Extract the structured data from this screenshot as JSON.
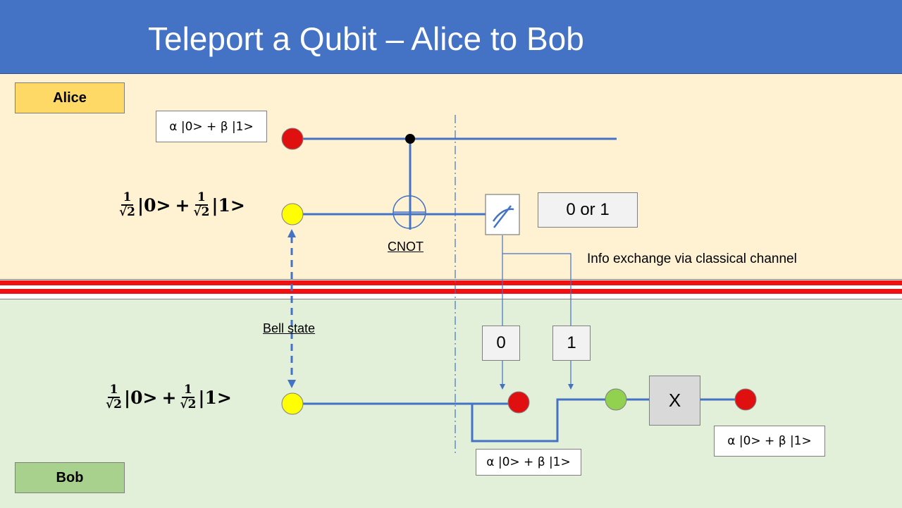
{
  "title": "Teleport a Qubit – Alice to Bob",
  "alice": {
    "label": "Alice"
  },
  "bob": {
    "label": "Bob"
  },
  "states": {
    "alice_qubit": "α |0> + β |1>",
    "bob_intermediate": "α |0> + β |1>",
    "bob_final": "α |0> + β |1>"
  },
  "superposition": {
    "alice": {
      "num1": "1",
      "den1": "√2",
      "ket0": "|0>",
      "plus": "+",
      "num2": "1",
      "den2": "√2",
      "ket1": "|1>"
    },
    "bob": {
      "num1": "1",
      "den1": "√2",
      "ket0": "|0>",
      "plus": "+",
      "num2": "1",
      "den2": "√2",
      "ket1": "|1>"
    }
  },
  "labels": {
    "cnot": "CNOT",
    "bell_state": "Bell state",
    "info_exchange": "Info exchange via classical channel",
    "measurement_result": "0  or 1",
    "bit_0": "0",
    "bit_1": "1",
    "x_gate": "X"
  },
  "colors": {
    "header": "#4472c4",
    "alice_zone": "#fff2d3",
    "bob_zone": "#e2efd9",
    "wire": "#4472c4",
    "classical_channel": "#ee1111",
    "qubit_red": "#e01010",
    "qubit_yellow": "#ffff00",
    "qubit_green": "#92d050"
  },
  "icons": {
    "measurement": "meter-icon",
    "cnot_control": "control-dot-icon",
    "cnot_target": "xor-target-icon"
  }
}
